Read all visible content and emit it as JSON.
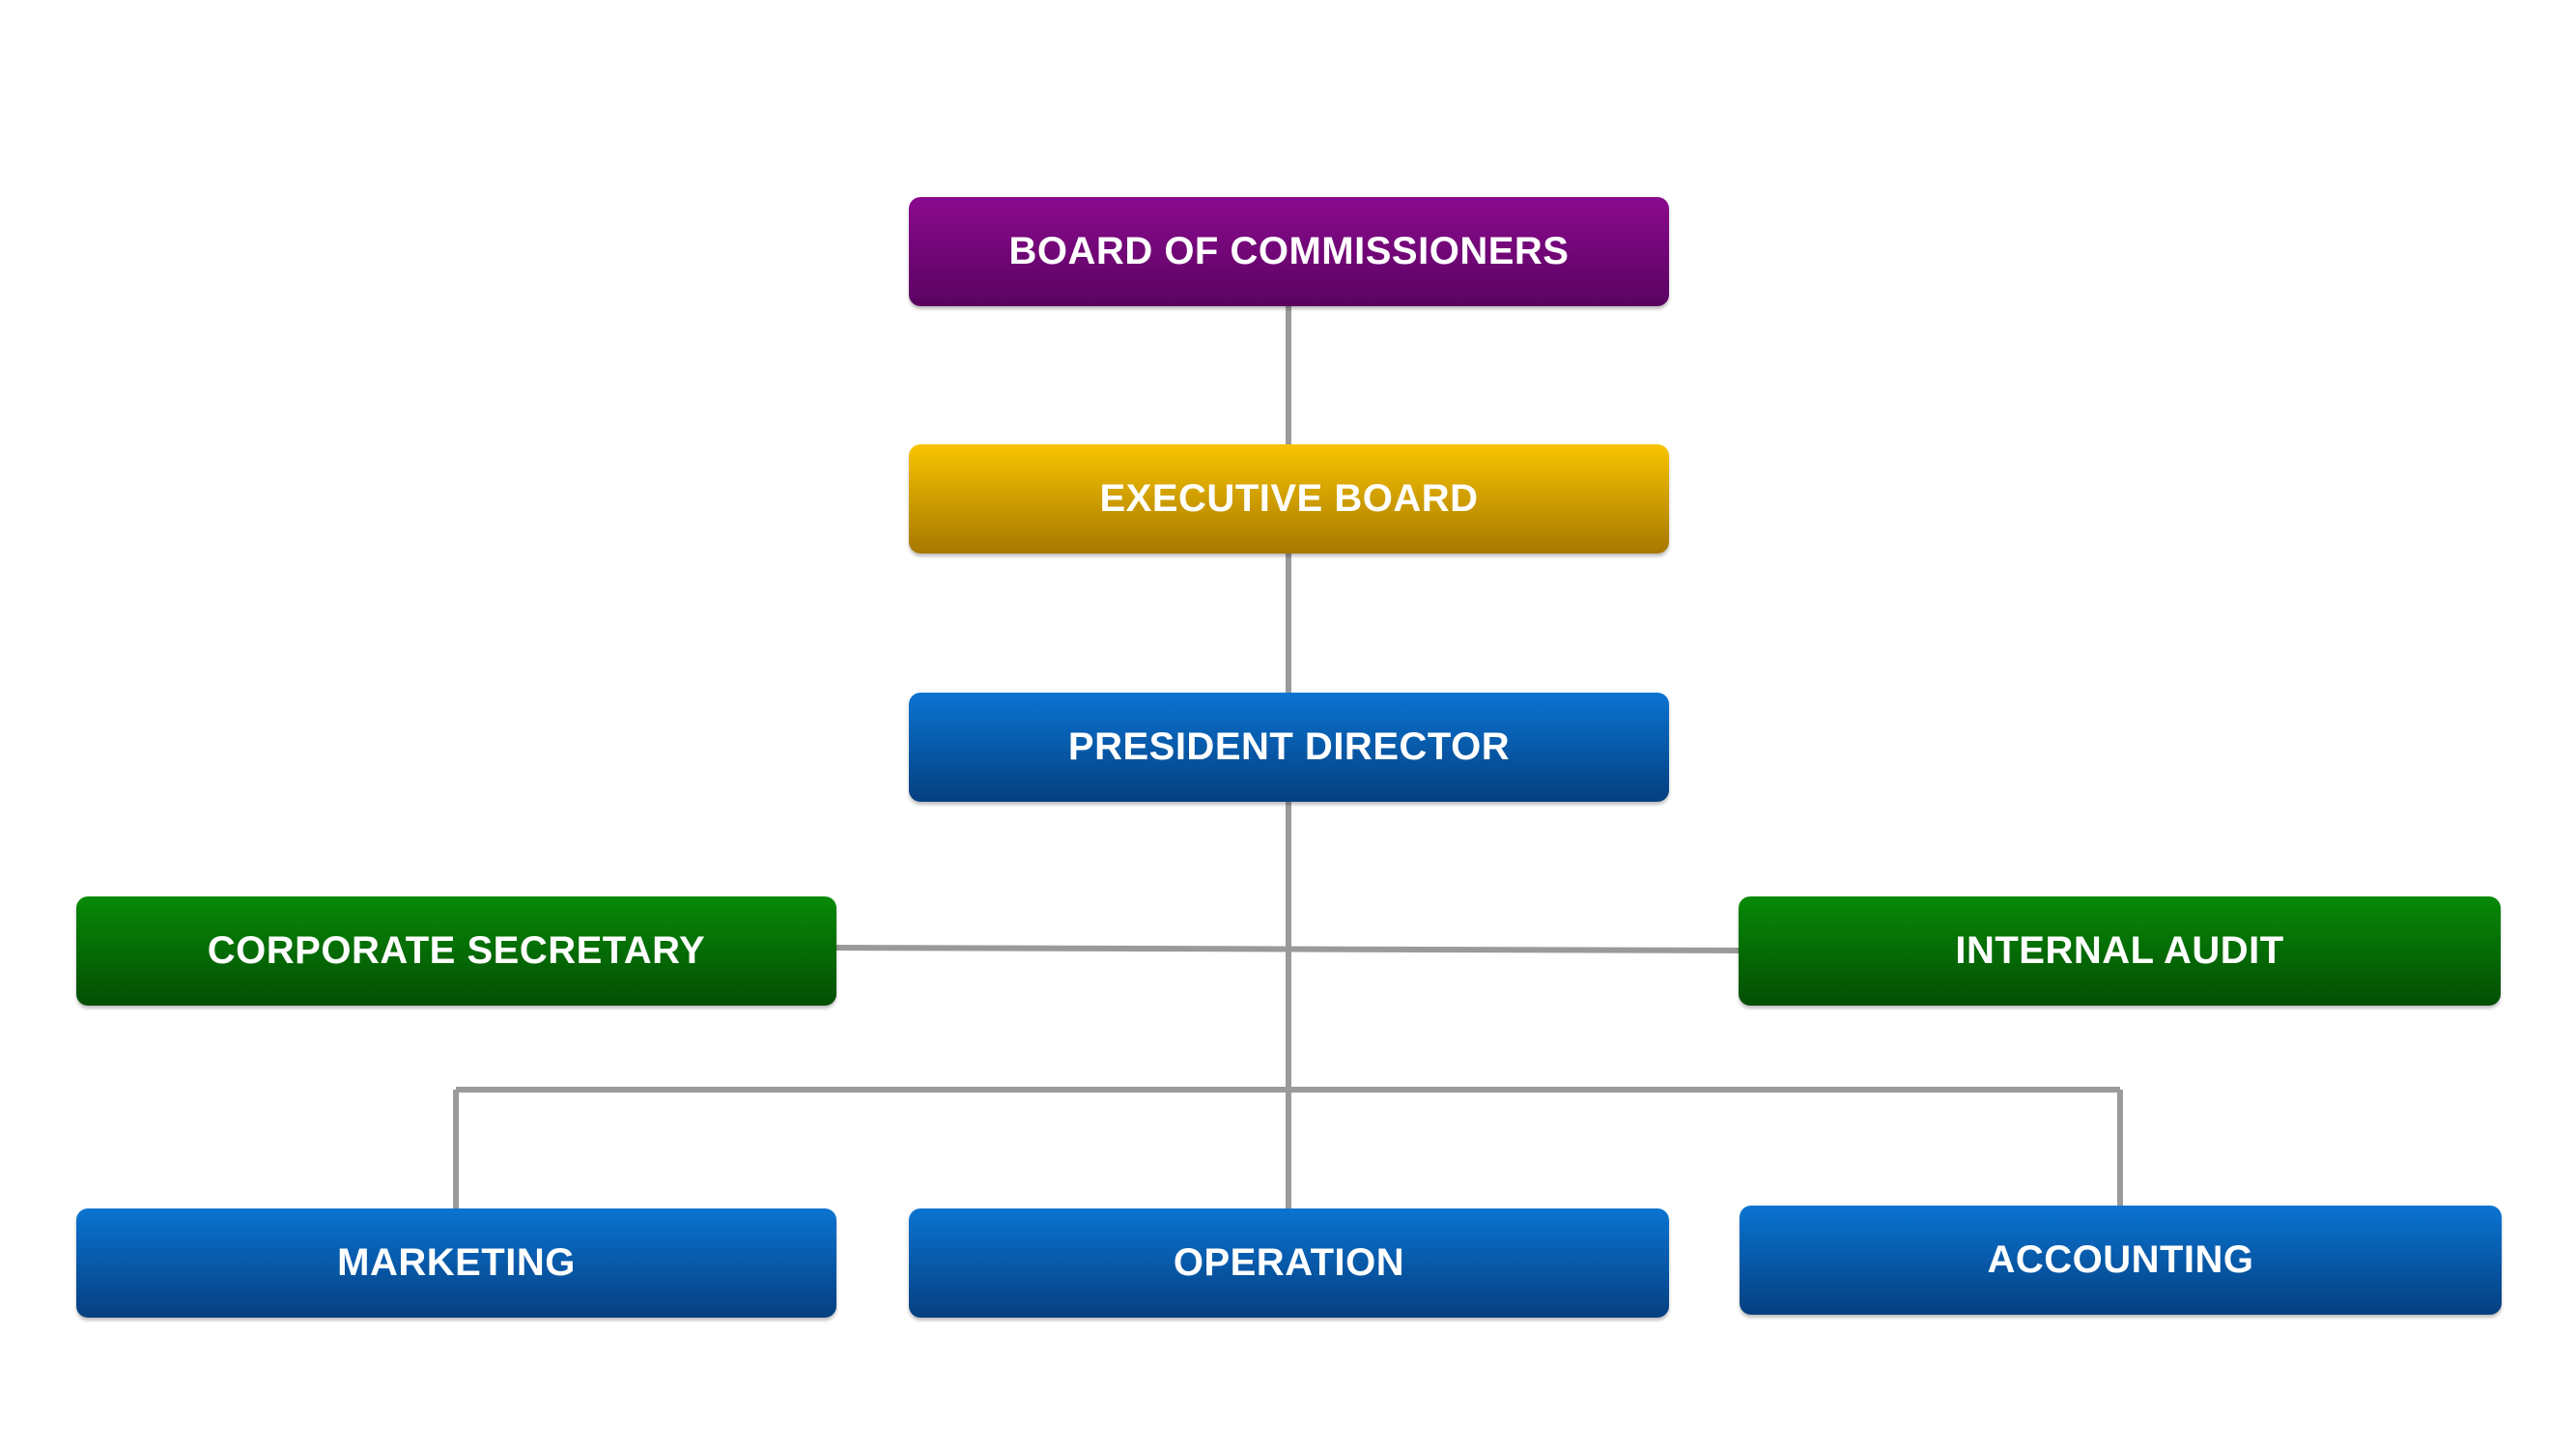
{
  "org_chart": {
    "nodes": {
      "board_of_commissioners": {
        "label": "BOARD OF COMMISSIONERS",
        "color": "#7a0780"
      },
      "executive_board": {
        "label": "EXECUTIVE BOARD",
        "color": "#e0a800"
      },
      "president_director": {
        "label": "PRESIDENT DIRECTOR",
        "color": "#0a5fb0"
      },
      "corporate_secretary": {
        "label": "CORPORATE SECRETARY",
        "color": "#056e05"
      },
      "internal_audit": {
        "label": "INTERNAL AUDIT",
        "color": "#056e05"
      },
      "marketing": {
        "label": "MARKETING",
        "color": "#0a5fb0"
      },
      "operation": {
        "label": "OPERATION",
        "color": "#0a5fb0"
      },
      "accounting": {
        "label": "ACCOUNTING",
        "color": "#0a5fb0"
      }
    },
    "edges": [
      [
        "board_of_commissioners",
        "executive_board"
      ],
      [
        "executive_board",
        "president_director"
      ],
      [
        "president_director",
        "corporate_secretary"
      ],
      [
        "president_director",
        "internal_audit"
      ],
      [
        "president_director",
        "marketing"
      ],
      [
        "president_director",
        "operation"
      ],
      [
        "president_director",
        "accounting"
      ]
    ],
    "connector_color": "#9a9a9a"
  }
}
